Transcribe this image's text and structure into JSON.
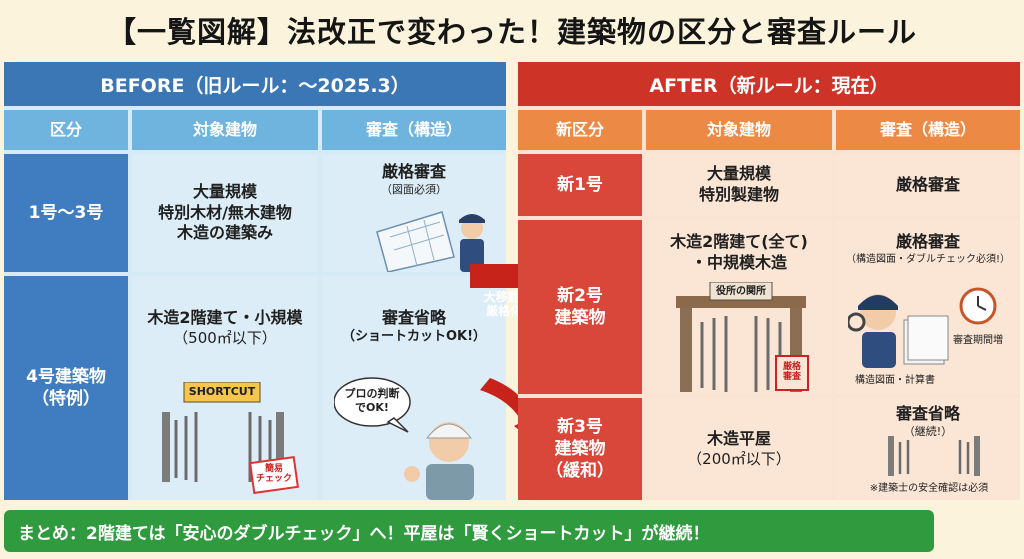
{
  "title": "【一覧図解】法改正で変わった！建築物の区分と審査ルール",
  "before": {
    "header": "BEFORE（旧ルール：～2025.3）",
    "cols": [
      "区分",
      "対象建物",
      "審査（構造）"
    ],
    "row1": {
      "category": "1号～3号",
      "targets": [
        "大量規模",
        "特別木材/無木建物",
        "木造の建築み"
      ],
      "review": "厳格審査",
      "review_sub": "（図面必須）"
    },
    "row2": {
      "category": [
        "4号建築物",
        "（特例）"
      ],
      "target": "木造2階建て・小規模",
      "target_sub": "（500㎡以下）",
      "review": "審査省略",
      "review_sub": "（ショートカットOK!）",
      "sign": "SHORTCUT",
      "stamp": [
        "簡易",
        "チェック"
      ],
      "bubble": [
        "プロの判断",
        "でOK!"
      ]
    }
  },
  "after": {
    "header": "AFTER（新ルール：現在）",
    "cols": [
      "新区分",
      "対象建物",
      "審査（構造）"
    ],
    "row1": {
      "category": "新1号",
      "targets": [
        "大量規模",
        "特別製建物"
      ],
      "review": "厳格審査"
    },
    "row2": {
      "category": [
        "新2号",
        "建築物"
      ],
      "targets": [
        "木造2階建て(全て)",
        "・中規模木造"
      ],
      "gate_sign": "役所の関所",
      "stamp": [
        "厳格",
        "審査"
      ],
      "review": "厳格審査",
      "review_sub": "（構造図面・ダブルチェック必須!）",
      "label_period": "審査期間増",
      "label_docs": "構造図面・計算書"
    },
    "row3": {
      "category": [
        "新3号",
        "建築物",
        "（緩和）"
      ],
      "target": "木造平屋",
      "target_sub": "（200㎡以下）",
      "review": "審査省略",
      "review_sub": "（継続!）",
      "note": "※建築士の安全確認は必須"
    }
  },
  "arrow_label": [
    "大移動&",
    "厳格化!"
  ],
  "summary": "まとめ：2階建ては「安心のダブルチェック」へ！平屋は「賢くショートカット」が継続！"
}
